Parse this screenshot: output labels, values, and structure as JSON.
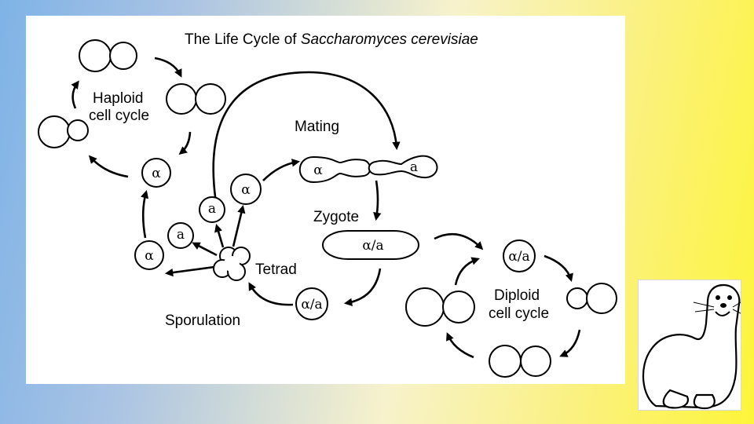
{
  "slide": {
    "title_plain": "The Life Cycle of ",
    "title_italic": "Saccharomyces cerevisiae"
  },
  "labels": {
    "haploid_line1": "Haploid",
    "haploid_line2": "cell cycle",
    "mating": "Mating",
    "zygote": "Zygote",
    "tetrad": "Tetrad",
    "sporulation": "Sporulation",
    "diploid_line1": "Diploid",
    "diploid_line2": "cell cycle"
  },
  "cells": {
    "alpha": "α",
    "a": "a",
    "alpha_a": "α/a"
  },
  "colors": {
    "background_left": "#7fb3e6",
    "background_right": "#fdf53a",
    "panel": "#ffffff",
    "ink": "#000000"
  },
  "mascot": {
    "icon": "seal-cartoon-icon"
  }
}
